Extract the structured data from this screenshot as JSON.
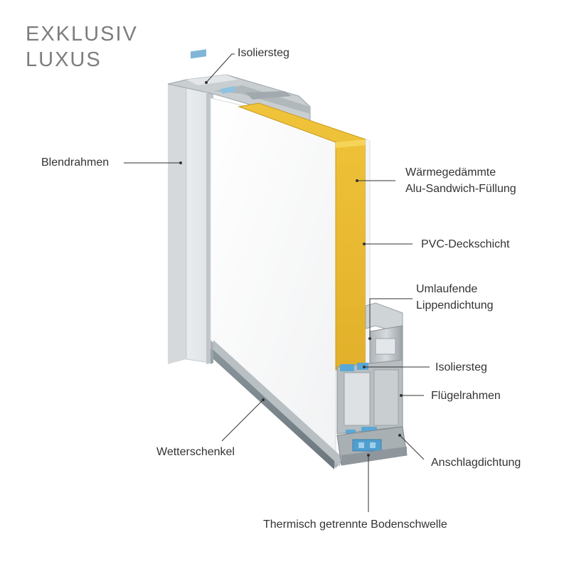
{
  "title": {
    "line1": "EXKLUSIV",
    "line2": "LUXUS"
  },
  "labels": {
    "isoliersteg_top": "Isoliersteg",
    "blendrahmen": "Blendrahmen",
    "waermegedaemmte_1": "Wärmegedämmte",
    "waermegedaemmte_2": "Alu-Sandwich-Füllung",
    "pvc": "PVC-Deckschicht",
    "umlaufende_1": "Umlaufende",
    "umlaufende_2": "Lippendichtung",
    "isoliersteg_bottom": "Isoliersteg",
    "fluegelrahmen": "Flügelrahmen",
    "anschlagdichtung": "Anschlagdichtung",
    "wetterschenkel": "Wetterschenkel",
    "bodenschwelle": "Thermisch getrennte Bodenschwelle"
  },
  "colors": {
    "title": "#7d7d7d",
    "label_text": "#333333",
    "leader_line": "#333333",
    "insulation": "#e8b72e",
    "seal_blue": "#5aa8d6",
    "frame_grey": "#c8ccce"
  }
}
